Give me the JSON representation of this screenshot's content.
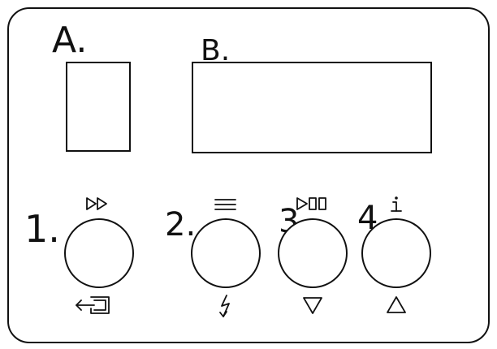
{
  "panel": {
    "displays": [
      {
        "id": "display-a",
        "label": "A."
      },
      {
        "id": "display-b",
        "label": "B."
      }
    ],
    "buttons": [
      {
        "number": "1.",
        "top_icon": "fast-forward-icon",
        "bottom_icon": "enter-icon"
      },
      {
        "number": "2.",
        "top_icon": "menu-lines-icon",
        "bottom_icon": "lightning-icon"
      },
      {
        "number": "3.",
        "top_icon": "play-pause-icon",
        "bottom_icon": "down-triangle-icon"
      },
      {
        "number": "4.",
        "top_icon": "info-icon",
        "bottom_icon": "up-triangle-icon"
      }
    ],
    "colors": {
      "line": "#111111",
      "background": "#ffffff"
    }
  }
}
